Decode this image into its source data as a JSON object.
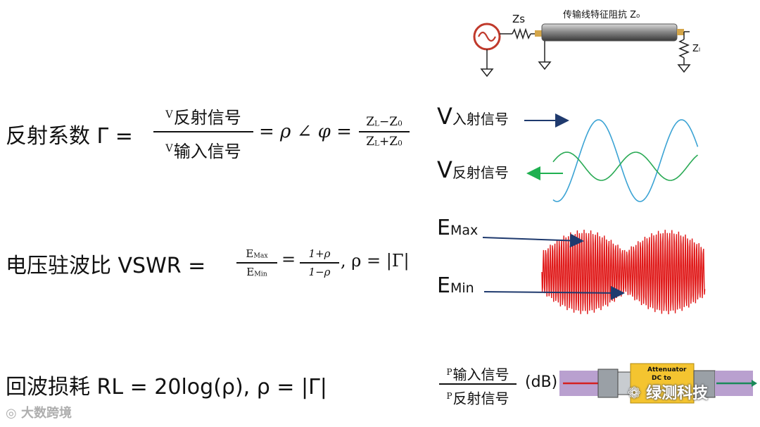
{
  "circuit": {
    "title": "传输线特征阻抗 Z₀",
    "zs_label": "Zs",
    "zl_label": "Zₗ"
  },
  "formula_reflection": {
    "label": "反射系数 Γ =",
    "num_v": "V",
    "num_text": "反射信号",
    "den_v": "V",
    "den_text": "输入信号",
    "middle": "= ρ ∠ φ =",
    "rhs_num": "Z_L−Z_0",
    "rhs_den": "Z_L+Z_0"
  },
  "wave_labels": {
    "incident_v": "V",
    "incident_sub": "入射信号",
    "reflected_v": "V",
    "reflected_sub": "反射信号"
  },
  "formula_vswr": {
    "label": "电压驻波比 VSWR =",
    "num": "E_Max",
    "den": "E_Min",
    "eq": "=",
    "num2": "1+ρ",
    "den2": "1−ρ",
    "tail": ", ρ = |Γ|"
  },
  "envelope_labels": {
    "max_e": "E",
    "max_sub": "Max",
    "min_e": "E",
    "min_sub": "Min"
  },
  "formula_rl": {
    "label": "回波损耗 RL = 20log(ρ), ρ = |Γ|",
    "num_p": "P",
    "num_text": "输入信号",
    "den_p": "P",
    "den_text": "反射信号",
    "unit": "(dB)"
  },
  "attenuator": {
    "text1": "Attenuator",
    "text2": "DC to"
  },
  "watermarks": {
    "left": "大数跨境",
    "right": "绿测科技"
  },
  "colors": {
    "incident_wave": "#3ba3d4",
    "reflected_wave": "#2aaa55",
    "arrow_navy": "#1f3a6e",
    "arrow_green": "#1fb050",
    "standing_wave": "#e01818",
    "cable": "#8a8a8a",
    "attenuator_gold": "#f4c430",
    "connector_purple": "#b9a0cf"
  }
}
